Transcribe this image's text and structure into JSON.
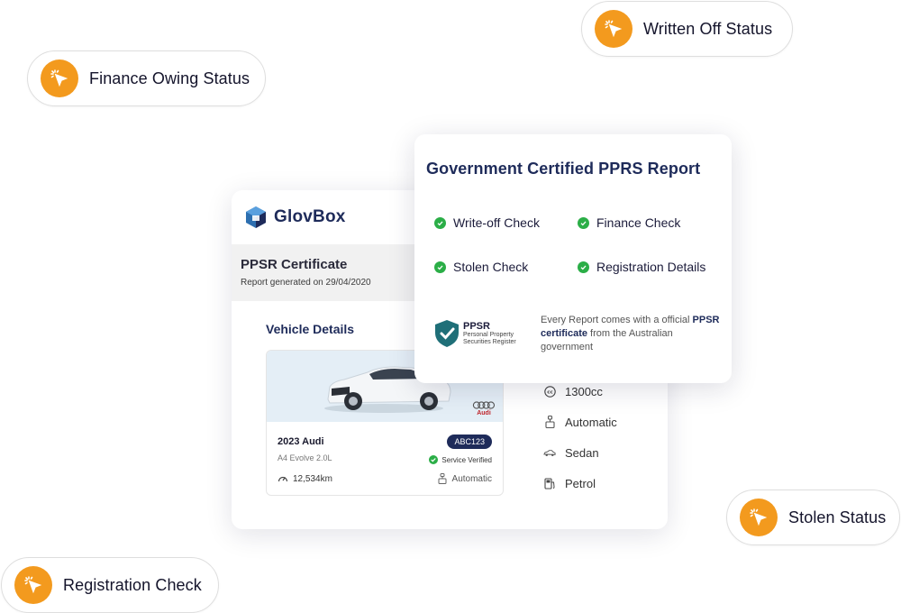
{
  "pills": {
    "written_off": "Written Off Status",
    "finance_owing": "Finance Owing Status",
    "stolen": "Stolen Status",
    "registration": "Registration Check"
  },
  "glovbox": {
    "brand": "GlovBox",
    "certificate_title": "PPSR Certificate",
    "generated": "Report generated on 29/04/2020",
    "vehicle_details_title": "Vehicle Details",
    "car": {
      "name": "2023 Audi",
      "model": "A4 Evolve 2.0L",
      "plate": "ABC123",
      "verified": "Service Verified",
      "odometer": "12,534km",
      "transmission": "Automatic",
      "logo_word": "Audi"
    },
    "specs": [
      {
        "icon": "engine-cc-icon",
        "label": "1300cc"
      },
      {
        "icon": "gear-shift-icon",
        "label": "Automatic"
      },
      {
        "icon": "car-body-icon",
        "label": "Sedan"
      },
      {
        "icon": "fuel-icon",
        "label": "Petrol"
      }
    ]
  },
  "pprs": {
    "title": "Government Certified PPRS Report",
    "checks": [
      "Write-off Check",
      "Finance Check",
      "Stolen Check",
      "Registration Details"
    ],
    "badge_main": "PPSR",
    "badge_sub1": "Personal Property",
    "badge_sub2": "Securities Register",
    "desc_pre": "Every Report comes with a official",
    "desc_bold": "PPSR certificate",
    "desc_post": "from the Australian government"
  },
  "colors": {
    "accent_orange": "#f39a1e",
    "navy": "#1e2b5a",
    "check_green": "#2bae47",
    "ppsr_teal": "#1f6f78"
  }
}
